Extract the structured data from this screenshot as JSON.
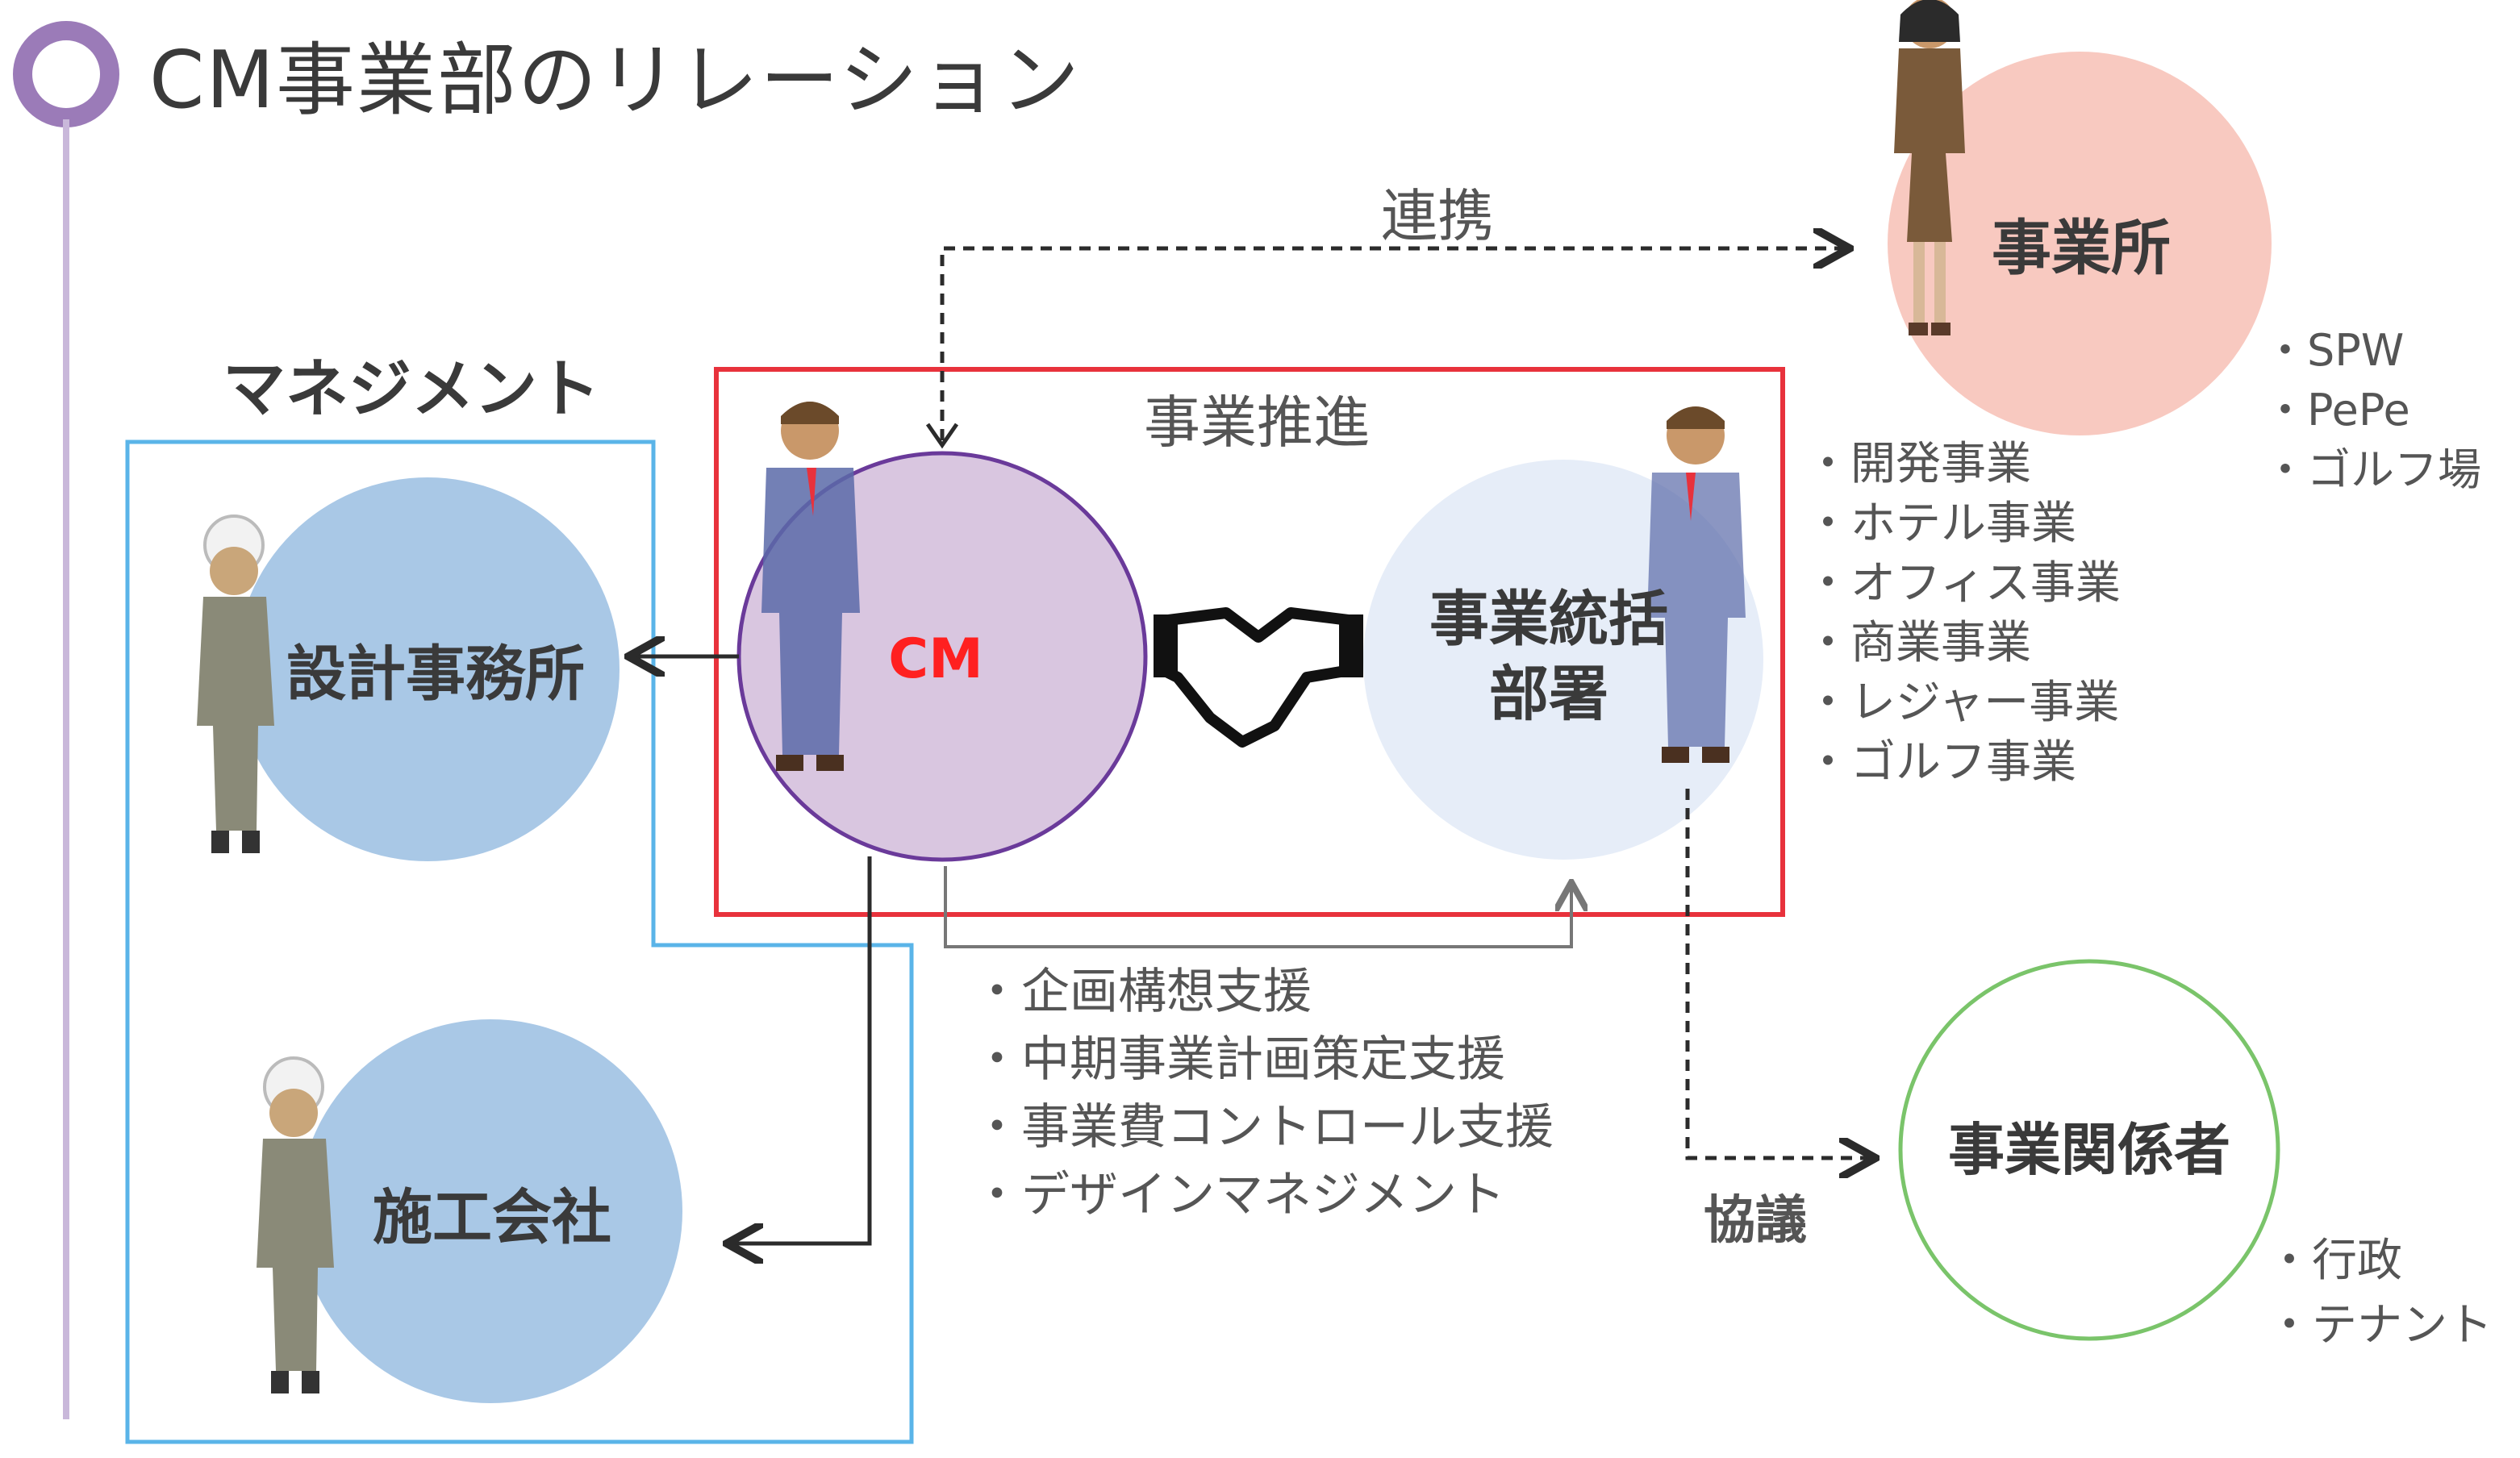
{
  "title": "CM事業部のリレーション",
  "management": {
    "label": "マネジメント"
  },
  "business_promotion": {
    "label": "事業推進"
  },
  "cooperation": {
    "label": "連携"
  },
  "consultation": {
    "label": "協議"
  },
  "nodes": {
    "design_office": "設計事務所",
    "construction_company": "施工会社",
    "cm": "CM",
    "business_control_dept": "事業統括部署",
    "business_site": "事業所",
    "stakeholders": "事業関係者"
  },
  "business_areas": [
    "・開発事業",
    "・ホテル事業",
    "・オフィス事業",
    "・商業事業",
    "・レジャー事業",
    "・ゴルフ事業"
  ],
  "site_list": [
    "・SPW",
    "・PePe",
    "・ゴルフ場"
  ],
  "support_list": [
    "・企画構想支援",
    "・中期事業計画策定支援",
    "・事業費コントロール支援",
    "・デザインマネジメント"
  ],
  "stakeholder_list": [
    "・行政",
    "・テナント"
  ],
  "colors": {
    "accent_purple": "#9b7bb8",
    "management_frame": "#5ab4e8",
    "promotion_frame": "#e8323c",
    "contractor_circle": "#a9c8e6",
    "cm_circle": "#d9c6e0",
    "dept_circle": "#e6edf8",
    "site_circle": "#f8c9c0",
    "stakeholder_ring": "#7ac46a"
  }
}
